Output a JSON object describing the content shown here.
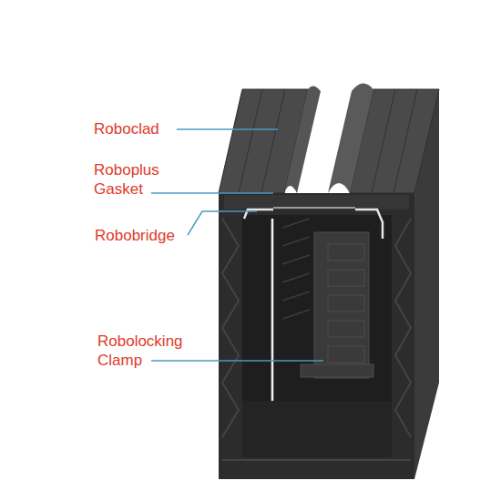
{
  "diagram": {
    "labels": [
      "Roboclad",
      "Roboplus Gasket",
      "Robobridge",
      "Robolocking Clamp"
    ]
  }
}
